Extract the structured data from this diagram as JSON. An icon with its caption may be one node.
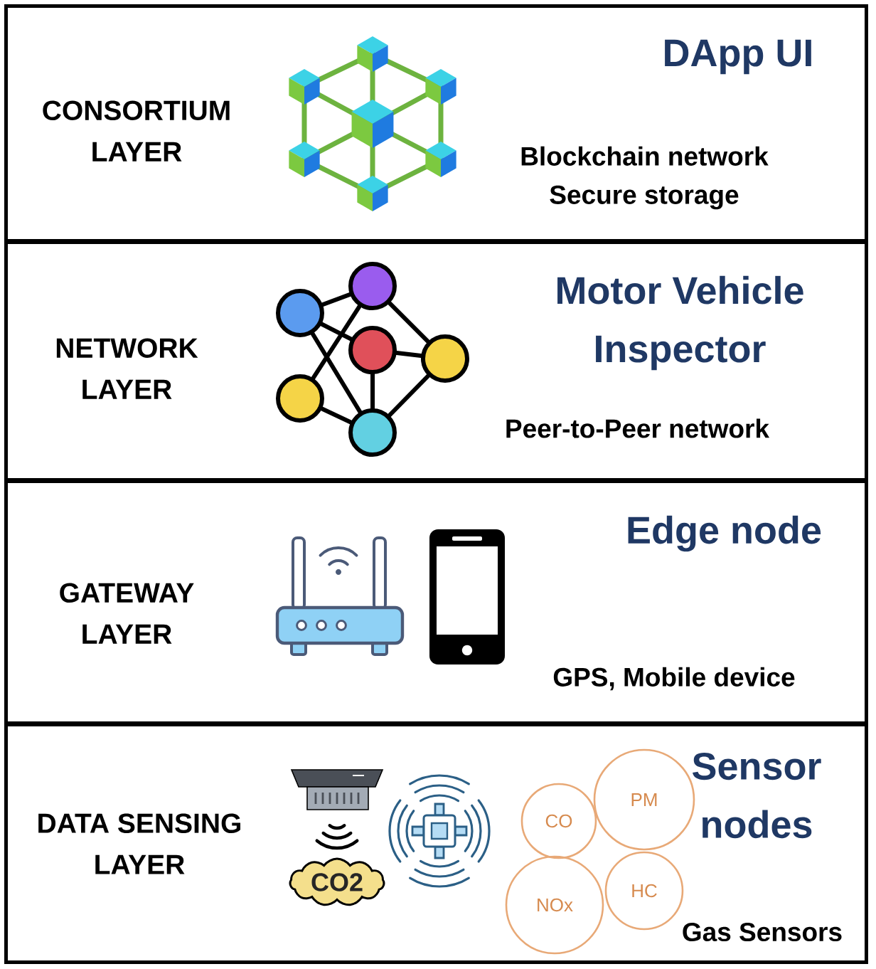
{
  "diagram": {
    "nodes": [
      {
        "text": [
          "CONSORTIUM LAYER",
          "DApp UI",
          "Blockchain network Secure storage"
        ]
      },
      {
        "text": [
          "NETWORK LAYER",
          "Motor Vehicle Inspector",
          "Peer-to-Peer network"
        ]
      },
      {
        "text": [
          "GATEWAY LAYER",
          "Edge node",
          "GPS, Mobile device"
        ]
      },
      {
        "text": [
          "DATA SENSING LAYER",
          "Sensor nodes",
          "Gas Sensors"
        ]
      },
      {
        "text": [
          "CO2"
        ],
        "in": 3
      },
      {
        "text": [
          "CO"
        ],
        "in": 3
      },
      {
        "text": [
          "PM"
        ],
        "in": 3
      },
      {
        "text": [
          "NOx"
        ],
        "in": 3
      },
      {
        "text": [
          "HC"
        ],
        "in": 3
      }
    ]
  }
}
